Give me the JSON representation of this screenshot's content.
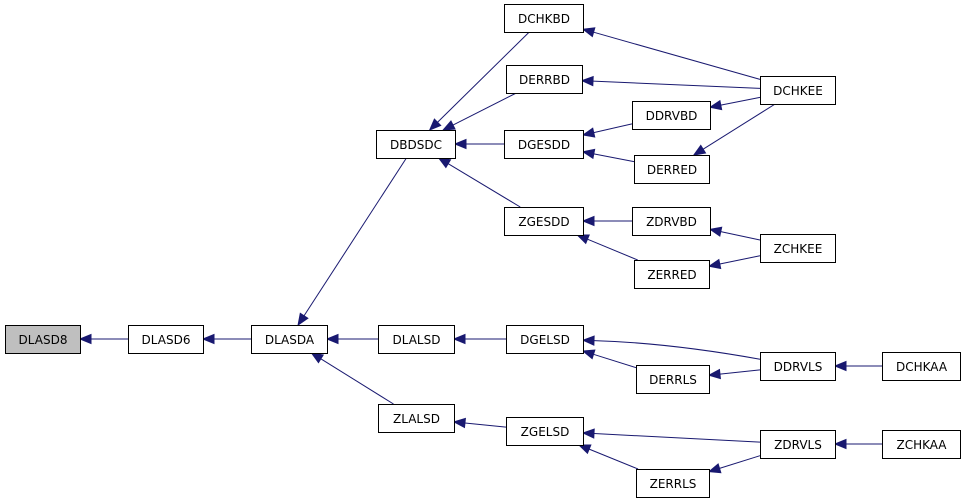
{
  "graph": {
    "root": "DLASD8",
    "arrow_color": "#191970",
    "root_fill": "#bfbfbf",
    "nodes": [
      {
        "id": "DLASD8",
        "label": "DLASD8"
      },
      {
        "id": "DLASD6",
        "label": "DLASD6"
      },
      {
        "id": "DLASDA",
        "label": "DLASDA"
      },
      {
        "id": "DBDSDC",
        "label": "DBDSDC"
      },
      {
        "id": "DLALSD",
        "label": "DLALSD"
      },
      {
        "id": "ZLALSD",
        "label": "ZLALSD"
      },
      {
        "id": "DCHKBD",
        "label": "DCHKBD"
      },
      {
        "id": "DERRBD",
        "label": "DERRBD"
      },
      {
        "id": "DGESDD",
        "label": "DGESDD"
      },
      {
        "id": "ZGESDD",
        "label": "ZGESDD"
      },
      {
        "id": "DGELSD",
        "label": "DGELSD"
      },
      {
        "id": "ZGELSD",
        "label": "ZGELSD"
      },
      {
        "id": "DDRVBD",
        "label": "DDRVBD"
      },
      {
        "id": "DERRED",
        "label": "DERRED"
      },
      {
        "id": "ZDRVBD",
        "label": "ZDRVBD"
      },
      {
        "id": "ZERRED",
        "label": "ZERRED"
      },
      {
        "id": "DERRLS",
        "label": "DERRLS"
      },
      {
        "id": "ZERRLS",
        "label": "ZERRLS"
      },
      {
        "id": "DCHKEE",
        "label": "DCHKEE"
      },
      {
        "id": "ZCHKEE",
        "label": "ZCHKEE"
      },
      {
        "id": "DDRVLS",
        "label": "DDRVLS"
      },
      {
        "id": "ZDRVLS",
        "label": "ZDRVLS"
      },
      {
        "id": "DCHKAA",
        "label": "DCHKAA"
      },
      {
        "id": "ZCHKAA",
        "label": "ZCHKAA"
      }
    ],
    "edges": [
      {
        "from": "DLASD6",
        "to": "DLASD8"
      },
      {
        "from": "DLASDA",
        "to": "DLASD6"
      },
      {
        "from": "DBDSDC",
        "to": "DLASDA"
      },
      {
        "from": "DLALSD",
        "to": "DLASDA"
      },
      {
        "from": "ZLALSD",
        "to": "DLASDA"
      },
      {
        "from": "DCHKBD",
        "to": "DBDSDC"
      },
      {
        "from": "DERRBD",
        "to": "DBDSDC"
      },
      {
        "from": "DGESDD",
        "to": "DBDSDC"
      },
      {
        "from": "ZGESDD",
        "to": "DBDSDC"
      },
      {
        "from": "DGELSD",
        "to": "DLALSD"
      },
      {
        "from": "ZGELSD",
        "to": "ZLALSD"
      },
      {
        "from": "DCHKEE",
        "to": "DCHKBD"
      },
      {
        "from": "DCHKEE",
        "to": "DERRBD"
      },
      {
        "from": "DDRVBD",
        "to": "DGESDD"
      },
      {
        "from": "DERRED",
        "to": "DGESDD"
      },
      {
        "from": "DCHKEE",
        "to": "DDRVBD"
      },
      {
        "from": "DCHKEE",
        "to": "DERRED"
      },
      {
        "from": "ZDRVBD",
        "to": "ZGESDD"
      },
      {
        "from": "ZERRED",
        "to": "ZGESDD"
      },
      {
        "from": "ZCHKEE",
        "to": "ZDRVBD"
      },
      {
        "from": "ZCHKEE",
        "to": "ZERRED"
      },
      {
        "from": "DDRVLS",
        "to": "DGELSD"
      },
      {
        "from": "DERRLS",
        "to": "DGELSD"
      },
      {
        "from": "DDRVLS",
        "to": "DERRLS"
      },
      {
        "from": "DCHKAA",
        "to": "DDRVLS"
      },
      {
        "from": "ZDRVLS",
        "to": "ZGELSD"
      },
      {
        "from": "ZERRLS",
        "to": "ZGELSD"
      },
      {
        "from": "ZDRVLS",
        "to": "ZERRLS"
      },
      {
        "from": "ZCHKAA",
        "to": "ZDRVLS"
      }
    ]
  }
}
